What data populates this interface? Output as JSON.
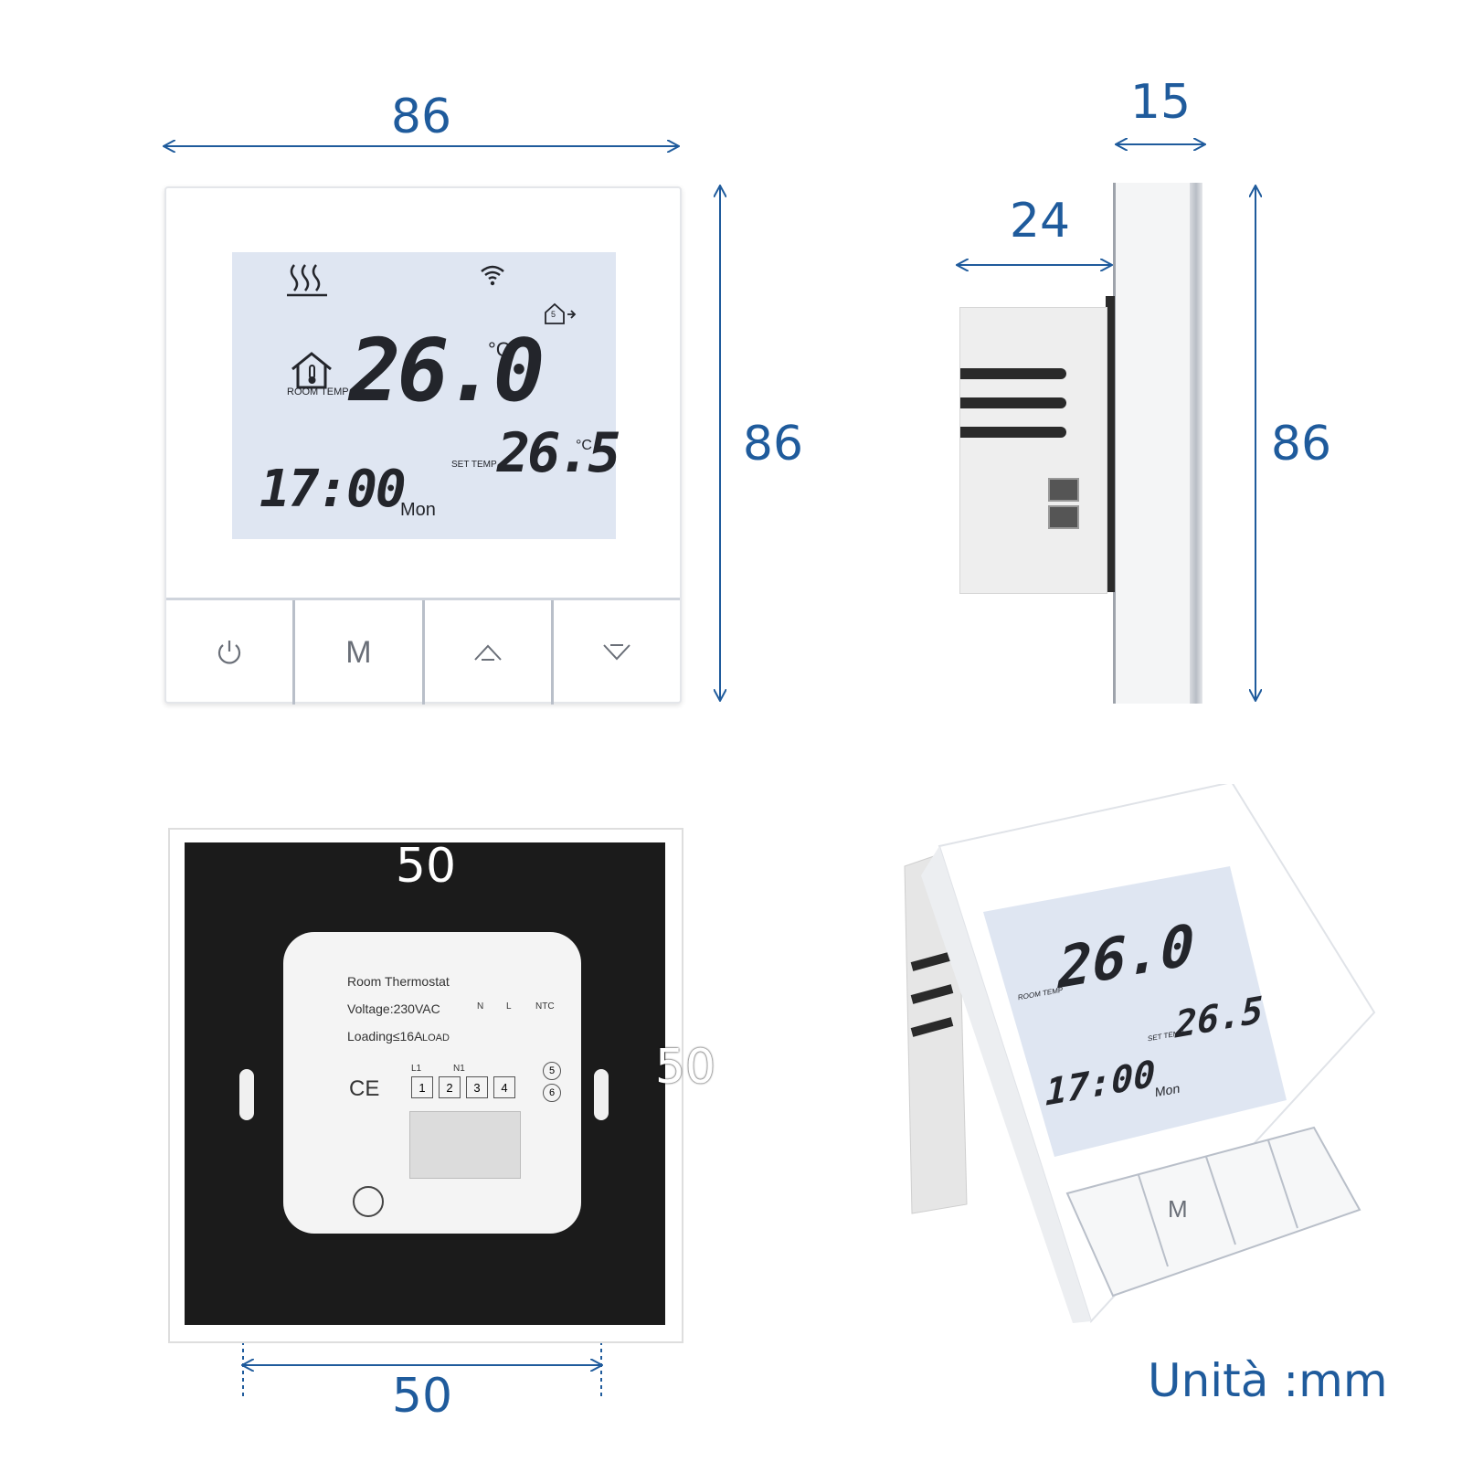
{
  "dimensions": {
    "front_width": "86",
    "front_height": "86",
    "side_total_depth": "15",
    "side_body_depth": "24",
    "side_height": "86",
    "back_inner_width": "50",
    "back_inner_height": "50",
    "back_mount_width": "50"
  },
  "unit_label": "Unità :mm",
  "display": {
    "room_temp_value": "26.0",
    "room_temp_unit": "°C",
    "room_temp_label": "ROOM TEMP",
    "set_temp_label": "SET TEMP",
    "set_temp_value": "26.5",
    "set_temp_unit": "°C",
    "time": "17:00",
    "day": "Mon",
    "program_number": "5"
  },
  "buttons": {
    "mode_label": "M"
  },
  "back_label": {
    "title": "Room Thermostat",
    "voltage": "Voltage:230VAC",
    "loading": "Loading≤16A",
    "load": "LOAD",
    "l1": "L1",
    "n1": "N1",
    "n": "N",
    "l": "L",
    "ntc": "NTC",
    "terminals": [
      "1",
      "2",
      "3",
      "4"
    ],
    "sensor_terminals": [
      "5",
      "6"
    ],
    "ce_mark": "CE"
  },
  "colors": {
    "dimension_blue": "#1f5b9c",
    "lcd_background": "#dfe6f2",
    "backplate_black": "#1b1b1b"
  }
}
